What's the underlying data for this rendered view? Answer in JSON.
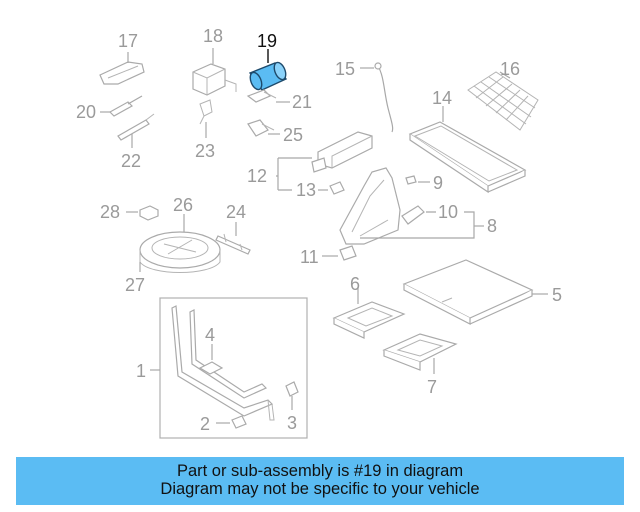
{
  "callouts": {
    "c1": "1",
    "c2": "2",
    "c3": "3",
    "c4": "4",
    "c5": "5",
    "c6": "6",
    "c7": "7",
    "c8": "8",
    "c9": "9",
    "c10": "10",
    "c11": "11",
    "c12": "12",
    "c13": "13",
    "c14": "14",
    "c15": "15",
    "c16": "16",
    "c17": "17",
    "c18": "18",
    "c19": "19",
    "c20": "20",
    "c21": "21",
    "c22": "22",
    "c23": "23",
    "c24": "24",
    "c25": "25",
    "c26": "26",
    "c27": "27",
    "c28": "28"
  },
  "highlight": {
    "part": "19",
    "color": "#5bbcf3"
  },
  "banner": {
    "line1": "Part or sub-assembly is #19 in diagram",
    "line2": "Diagram may not be specific to your vehicle",
    "color": "#5bbcf3"
  }
}
